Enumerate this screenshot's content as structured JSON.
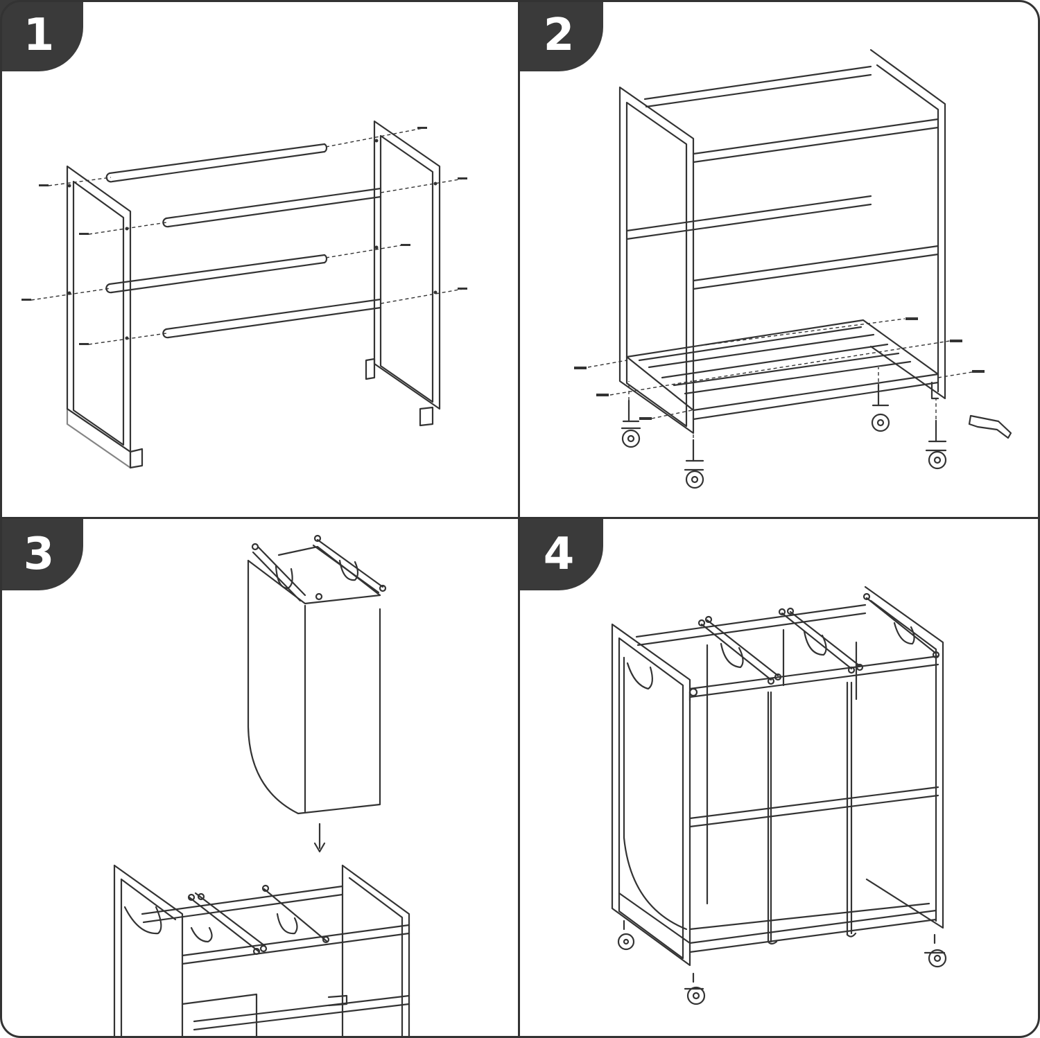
{
  "steps": [
    {
      "number": "1",
      "icon": "frame-bars-assembly-icon"
    },
    {
      "number": "2",
      "icon": "caster-wheels-assembly-icon"
    },
    {
      "number": "3",
      "icon": "hang-bag-icon"
    },
    {
      "number": "4",
      "icon": "completed-laundry-sorter-icon"
    }
  ],
  "colors": {
    "badge": "#3a3a3a",
    "line": "#333333",
    "background": "#ffffff"
  }
}
